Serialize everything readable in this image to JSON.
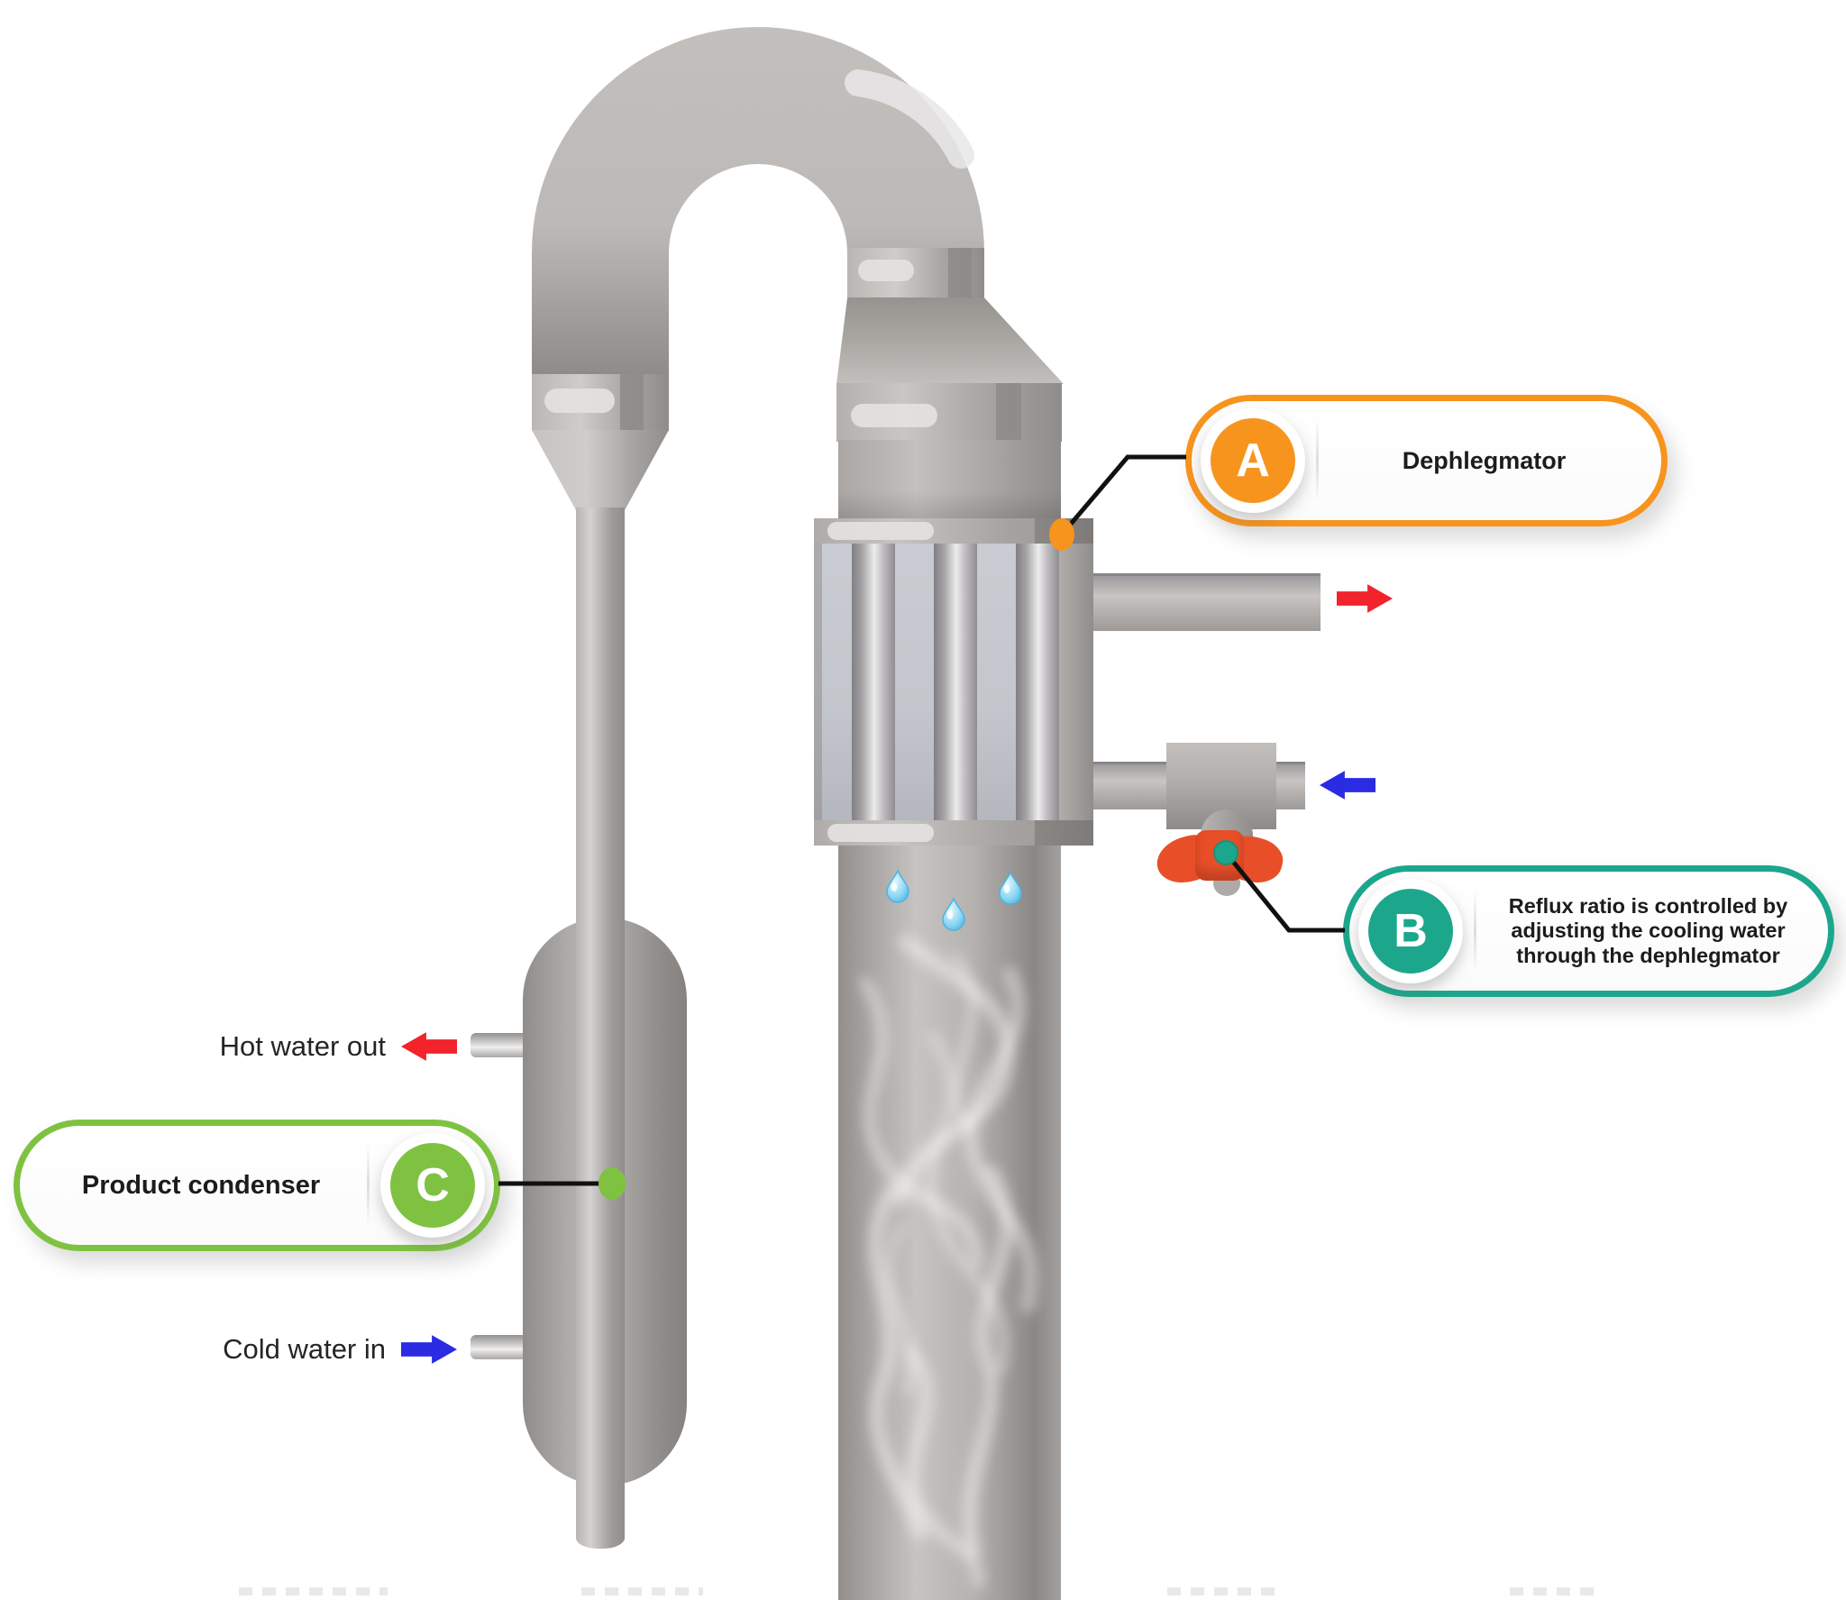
{
  "callouts": {
    "a": {
      "letter": "A",
      "text": "Dephlegmator",
      "color": "#F7941D"
    },
    "b": {
      "letter": "B",
      "text_lines": [
        "Reflux ratio is controlled by",
        "adjusting the cooling water",
        "through the dephlegmator"
      ],
      "color": "#1CA78C"
    },
    "c": {
      "letter": "C",
      "text": "Product condenser",
      "color": "#7FC241"
    }
  },
  "labels": {
    "hot_water_out": "Hot water out",
    "cold_water_in": "Cold water in"
  },
  "flow_arrows": [
    {
      "name": "dephlegmator-outlet",
      "direction": "right",
      "color": "#F2232A"
    },
    {
      "name": "dephlegmator-inlet",
      "direction": "left",
      "color": "#2B2BE4"
    },
    {
      "name": "hot-water-out",
      "direction": "left",
      "color": "#F2232A"
    },
    {
      "name": "cold-water-in",
      "direction": "right",
      "color": "#2B2BE4"
    }
  ],
  "markers": {
    "a_dot_color": "#F7941D",
    "b_dot_color": "#1CA78C",
    "c_dot_color": "#7FC241"
  }
}
